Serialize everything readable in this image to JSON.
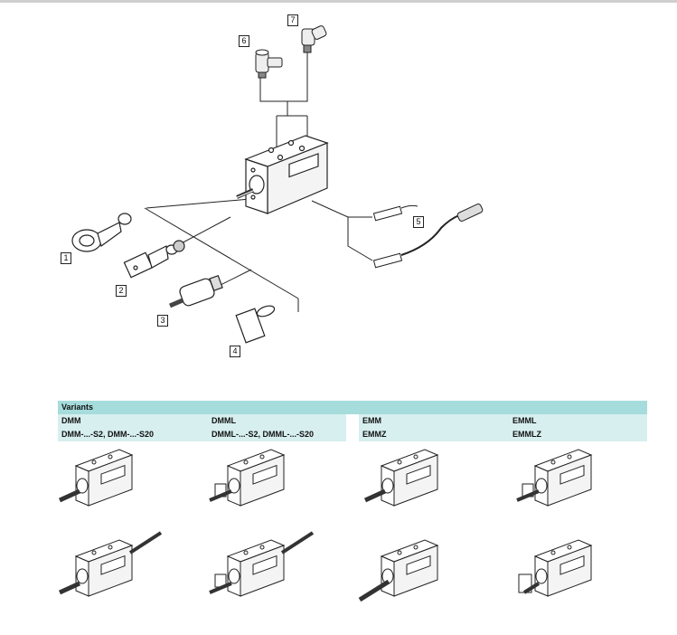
{
  "diagram": {
    "callouts": [
      "1",
      "2",
      "3",
      "4",
      "5",
      "6",
      "7"
    ],
    "parts": {
      "rod_eye": "rod-eye-icon",
      "rod_clevis": "rod-clevis-icon",
      "self_aligning_coupler": "coupler-icon",
      "coupling_piece": "coupling-piece-icon",
      "proximity_sensor": "proximity-sensor-icon",
      "flow_control_valve": "flow-control-valve-icon",
      "push_in_fitting": "push-in-fitting-icon",
      "cylinder": "cylinder-icon"
    }
  },
  "variants": {
    "title": "Variants",
    "columns": [
      {
        "line1": "DMM",
        "line2": "DMM-...-S2, DMM-...-S20"
      },
      {
        "line1": "DMML",
        "line2": "DMML-...-S2, DMML-...-S20"
      },
      {
        "line1": "EMM",
        "line2": "EMMZ"
      },
      {
        "line1": "EMML",
        "line2": "EMMLZ"
      }
    ]
  },
  "colors": {
    "header_bg": "#a6dcdc",
    "row_bg": "#d7efef",
    "line": "#222222"
  }
}
